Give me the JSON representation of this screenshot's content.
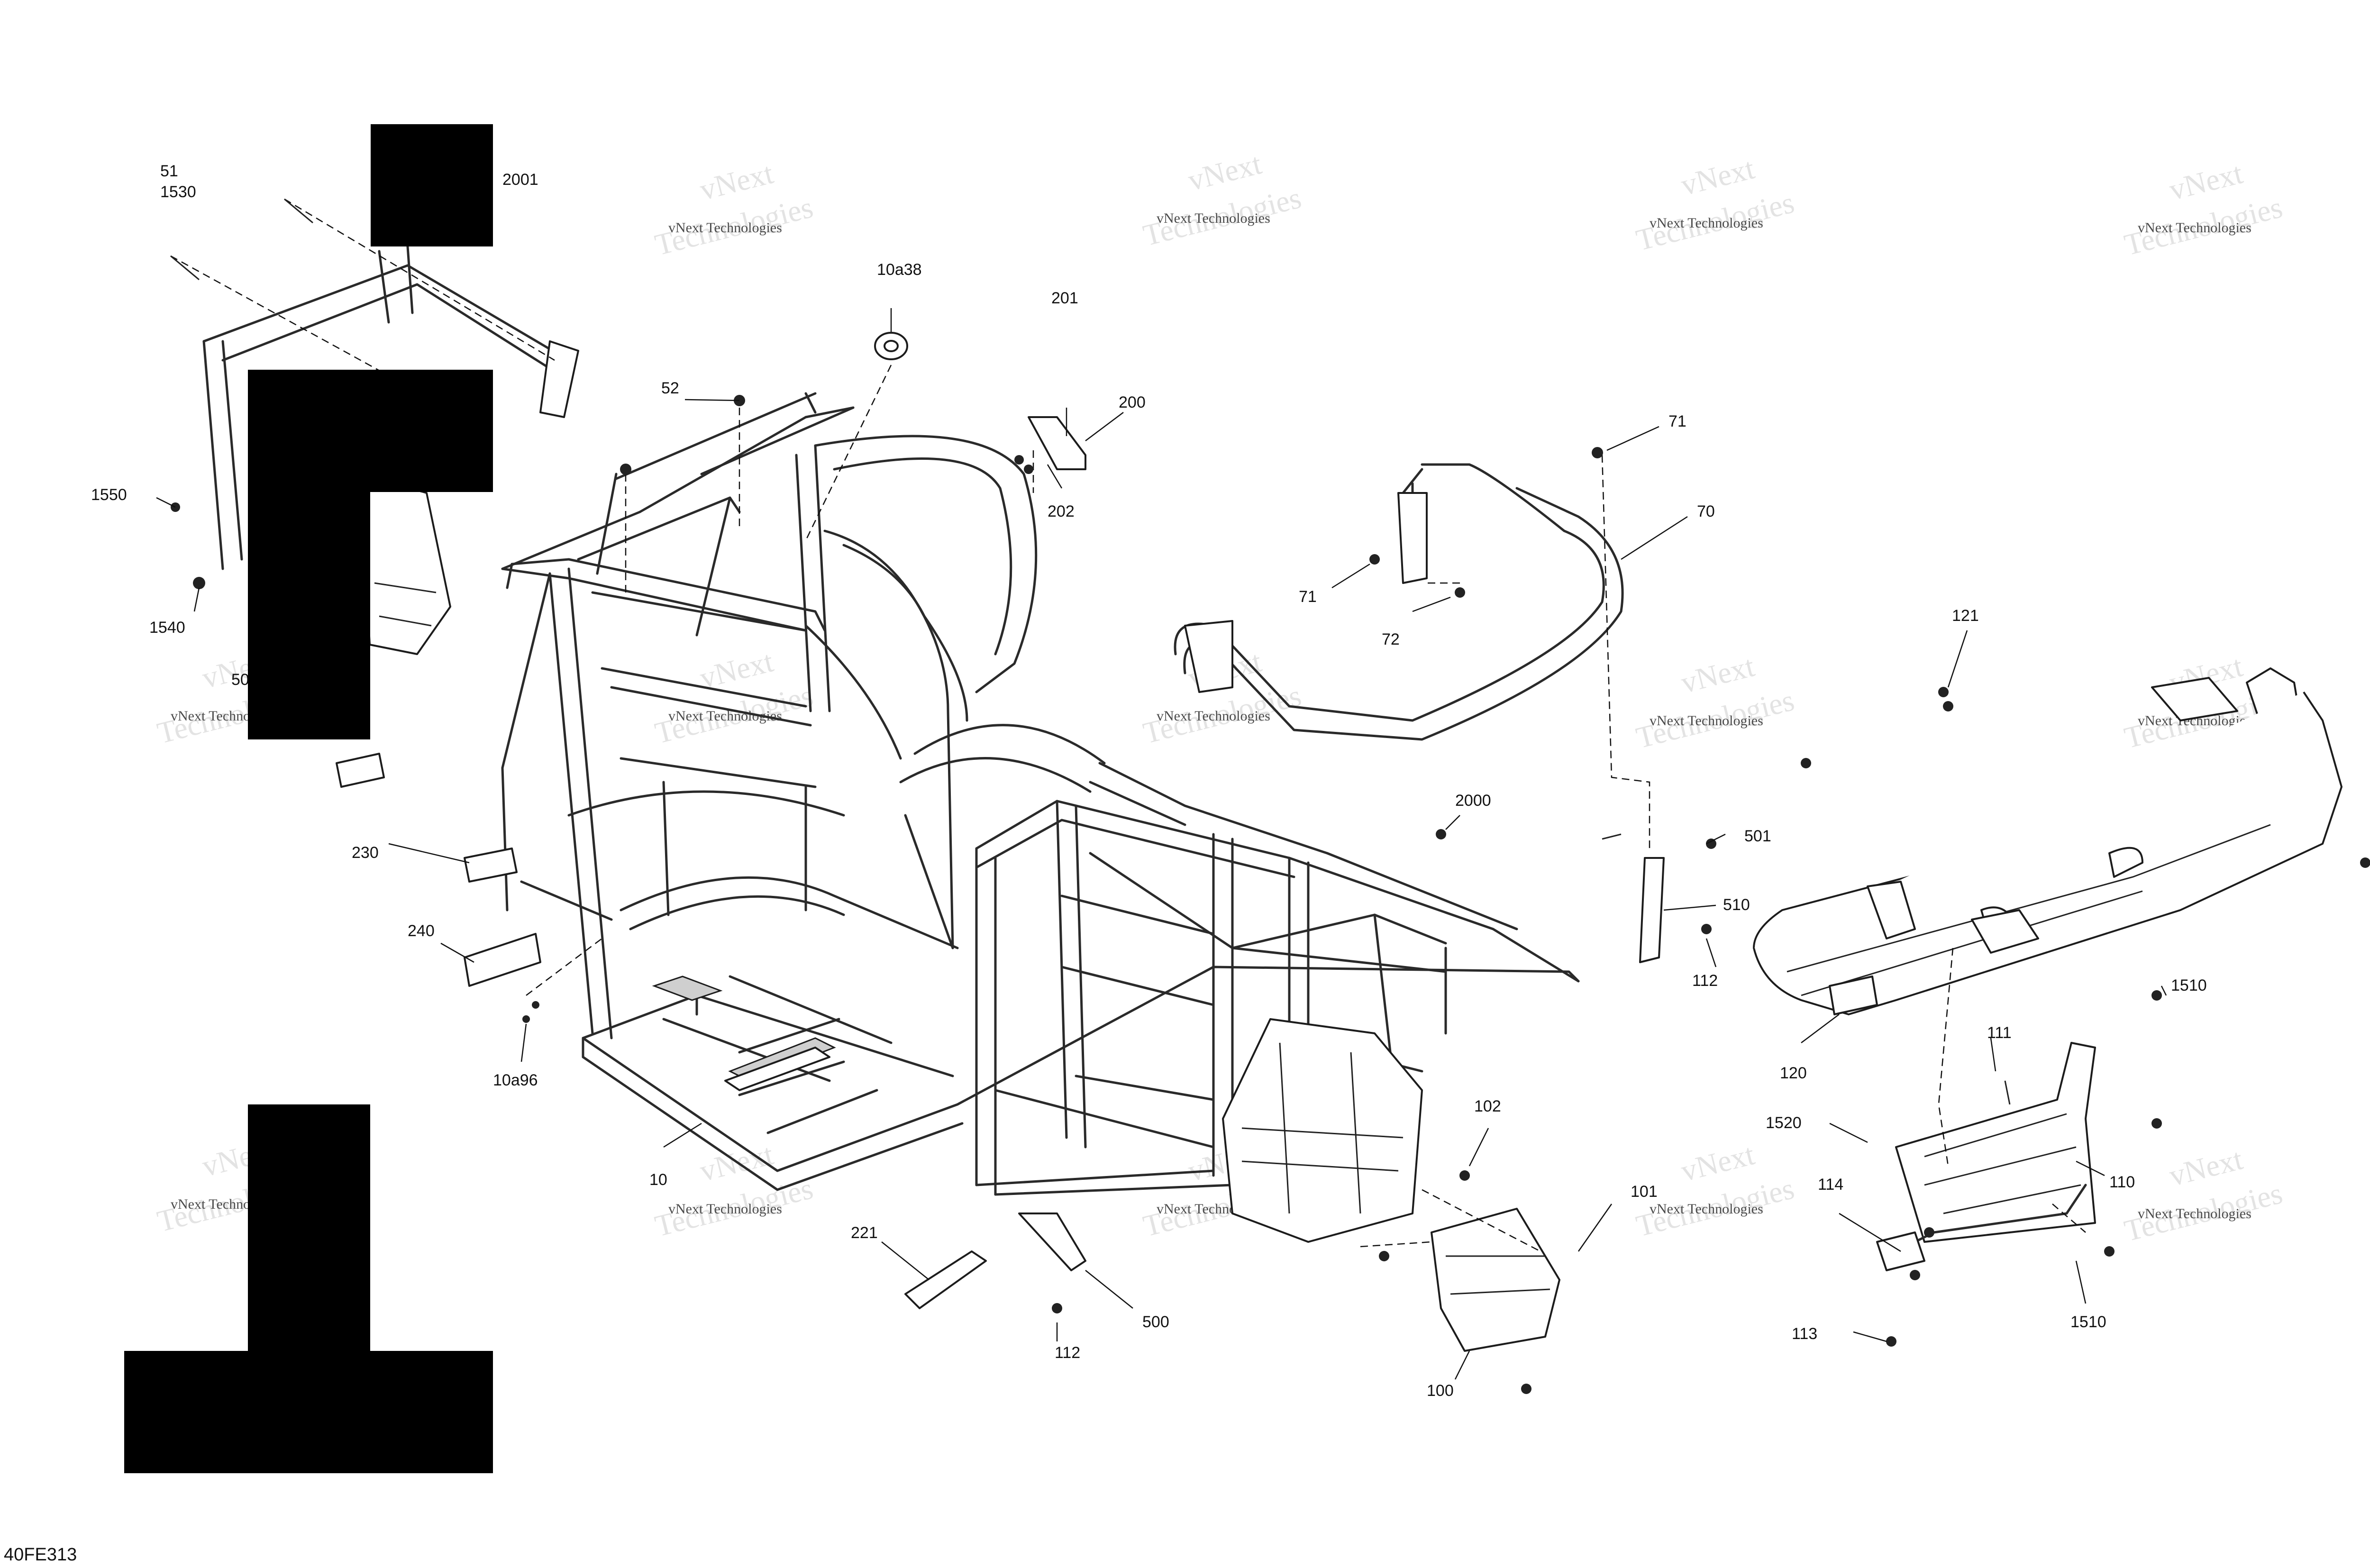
{
  "diagram_code": "40FE313",
  "watermark": {
    "small_text": "vNext Technologies",
    "big_text": "Technologies",
    "mark": "vNext"
  },
  "callouts": [
    {
      "id": "c51",
      "text": "51"
    },
    {
      "id": "c1530",
      "text": "1530"
    },
    {
      "id": "c2001",
      "text": "2001"
    },
    {
      "id": "c10a38",
      "text": "10a38"
    },
    {
      "id": "c201",
      "text": "201"
    },
    {
      "id": "c200",
      "text": "200"
    },
    {
      "id": "c202",
      "text": "202"
    },
    {
      "id": "c52",
      "text": "52"
    },
    {
      "id": "c71a",
      "text": "71"
    },
    {
      "id": "c70",
      "text": "70"
    },
    {
      "id": "c71b",
      "text": "71"
    },
    {
      "id": "c72",
      "text": "72"
    },
    {
      "id": "c1550",
      "text": "1550"
    },
    {
      "id": "c1540",
      "text": "1540"
    },
    {
      "id": "c50",
      "text": "50"
    },
    {
      "id": "c121",
      "text": "121"
    },
    {
      "id": "c230",
      "text": "230"
    },
    {
      "id": "c240",
      "text": "240"
    },
    {
      "id": "c10a96",
      "text": "10a96"
    },
    {
      "id": "c2000",
      "text": "2000"
    },
    {
      "id": "c501",
      "text": "501"
    },
    {
      "id": "c510",
      "text": "510"
    },
    {
      "id": "c112a",
      "text": "112"
    },
    {
      "id": "c1510a",
      "text": "1510"
    },
    {
      "id": "c120",
      "text": "120"
    },
    {
      "id": "c111",
      "text": "111"
    },
    {
      "id": "c1520",
      "text": "1520"
    },
    {
      "id": "c110",
      "text": "110"
    },
    {
      "id": "c10",
      "text": "10"
    },
    {
      "id": "c102",
      "text": "102"
    },
    {
      "id": "c101",
      "text": "101"
    },
    {
      "id": "c114",
      "text": "114"
    },
    {
      "id": "c221",
      "text": "221"
    },
    {
      "id": "c500",
      "text": "500"
    },
    {
      "id": "c112b",
      "text": "112"
    },
    {
      "id": "c100",
      "text": "100"
    },
    {
      "id": "c113",
      "text": "113"
    },
    {
      "id": "c1510b",
      "text": "1510"
    }
  ],
  "icons": [
    "main-frame",
    "rear-bumper",
    "front-bumper",
    "front-guard",
    "brackets",
    "fasteners"
  ]
}
